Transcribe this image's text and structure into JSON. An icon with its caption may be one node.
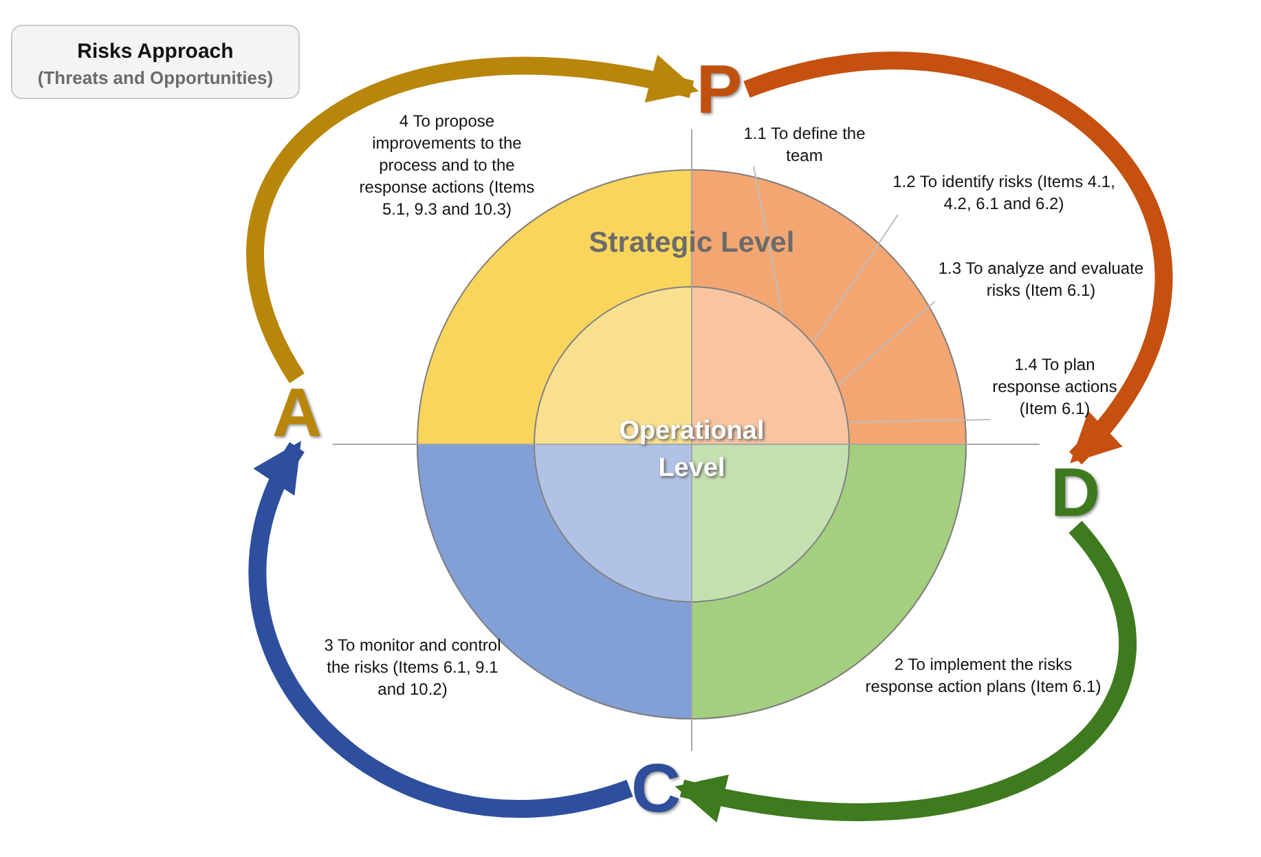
{
  "diagram": {
    "nodes": [
      {
        "text": [
          "Risks Approach",
          "(Threats and Opportunities)"
        ]
      },
      {
        "text": [
          "P"
        ]
      },
      {
        "text": [
          "1.1 To define the team"
        ]
      },
      {
        "text": [
          "1.2 To identify risks (Items 4.1, 4.2, 6.1 and 6.2)"
        ]
      },
      {
        "text": [
          "1.3 To analyze and evaluate risks (Item 6.1)"
        ]
      },
      {
        "text": [
          "1.4 To plan response actions (Item 6.1)"
        ]
      },
      {
        "text": [
          "A"
        ]
      },
      {
        "text": [
          "Strategic Level"
        ]
      },
      {
        "text": [
          "Operational Level"
        ],
        "in": 7
      },
      {
        "text": [
          "D"
        ]
      },
      {
        "text": [
          "C"
        ]
      }
    ],
    "edges": [
      {
        "from": 6,
        "to": 1,
        "arrow": "to",
        "style": "thick",
        "color": "#b8860b"
      },
      {
        "from": 1,
        "to": 9,
        "arrow": "to",
        "style": "thick",
        "color": "#c5500f"
      },
      {
        "from": 9,
        "to": 10,
        "arrow": "to",
        "style": "thick",
        "color": "#3e7a1e"
      },
      {
        "from": 10,
        "to": 6,
        "arrow": "to",
        "style": "thick",
        "color": "#2e4f9e"
      },
      {
        "from": 2,
        "to": 8,
        "arrow": "none"
      },
      {
        "from": 3,
        "to": 8,
        "arrow": "none"
      },
      {
        "from": 4,
        "to": 8,
        "arrow": "none"
      },
      {
        "from": 5,
        "to": 8,
        "arrow": "none"
      }
    ],
    "labels": [
      "4 To propose improvements to the process and to the response actions (Items 5.1, 9.3 and 10.3)",
      "3 To monitor and control the risks (Items 6.1, 9.1 and 10.2)",
      "2 To implement the risks response action plans (Item 6.1)"
    ]
  }
}
